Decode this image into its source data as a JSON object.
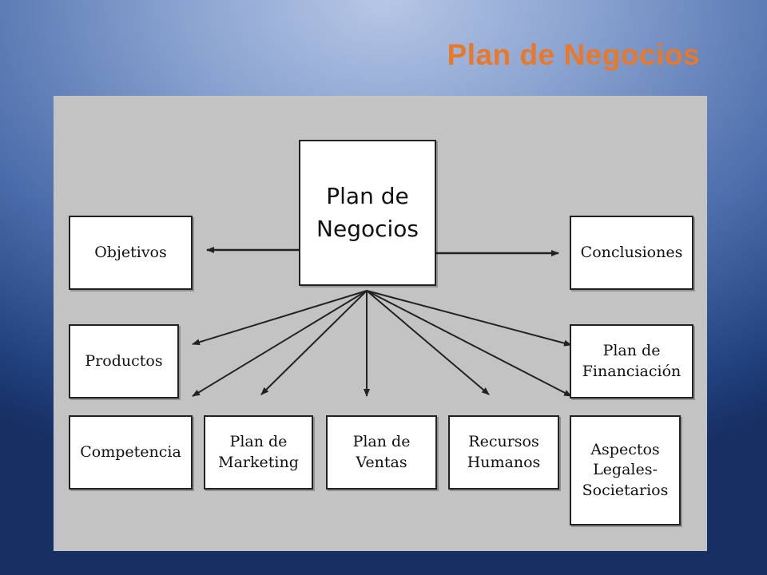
{
  "slide": {
    "title": "Plan de Negocios"
  },
  "diagram": {
    "center": "Plan de\nNegocios",
    "nodes": {
      "objetivos": "Objetivos",
      "conclusiones": "Conclusiones",
      "productos": "Productos",
      "plan_financiacion": "Plan de\nFinanciación",
      "competencia": "Competencia",
      "plan_marketing": "Plan de\nMarketing",
      "plan_ventas": "Plan de\nVentas",
      "recursos_humanos": "Recursos\nHumanos",
      "aspectos_legales": "Aspectos\nLegales-\nSocietarios"
    },
    "colors": {
      "title": "#e8782a",
      "diagram_background": "#c3c3c3",
      "box_fill": "#ffffff",
      "box_border": "#222222",
      "arrow": "#222222"
    }
  }
}
